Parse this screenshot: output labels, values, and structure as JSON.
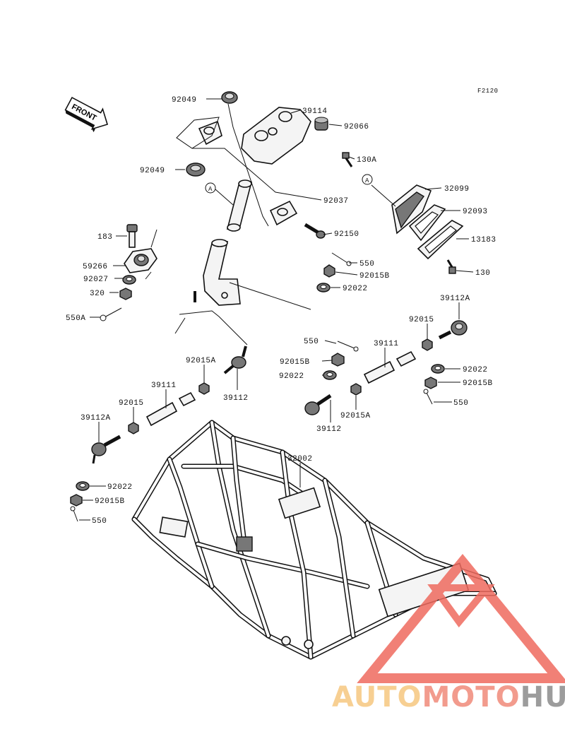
{
  "figure_code": "F2120",
  "front_arrow_label": "FRONT",
  "callouts": {
    "c92049_top": "92049",
    "c92049_bot": "92049",
    "c39114": "39114",
    "c92066": "92066",
    "c130A": "130A",
    "cA_left": "A",
    "cA_right": "A",
    "c32099": "32099",
    "c92037": "92037",
    "c92093": "92093",
    "c13183": "13183",
    "c92150": "92150",
    "c130": "130",
    "c183": "183",
    "c59266": "59266",
    "c92027": "92027",
    "c320": "320",
    "c550A": "550A",
    "c550_a": "550",
    "c92015B_a": "92015B",
    "c92022_a": "92022",
    "c39112A_r": "39112A",
    "c92015_r": "92015",
    "c550_b": "550",
    "c39111_r": "39111",
    "c92015B_b": "92015B",
    "c92022_b": "92022",
    "c92022_c": "92022",
    "c92015B_c": "92015B",
    "c550_c": "550",
    "c92015A_r": "92015A",
    "c39112_r": "39112",
    "c92015A_l": "92015A",
    "c39112_l": "39112",
    "c39111_l": "39111",
    "c92015_l": "92015",
    "c39112A_l": "39112A",
    "c32002": "32002",
    "c92022_d": "92022",
    "c92015B_d": "92015B",
    "c550_d": "550"
  },
  "watermark": {
    "part1": "AUTO",
    "part2": "MOTO",
    "part3": "HUB",
    "color1": "#f6c77f",
    "color2": "#f08a7a",
    "color3": "#8b8b8b",
    "triangle_color": "#ef6b5f"
  }
}
